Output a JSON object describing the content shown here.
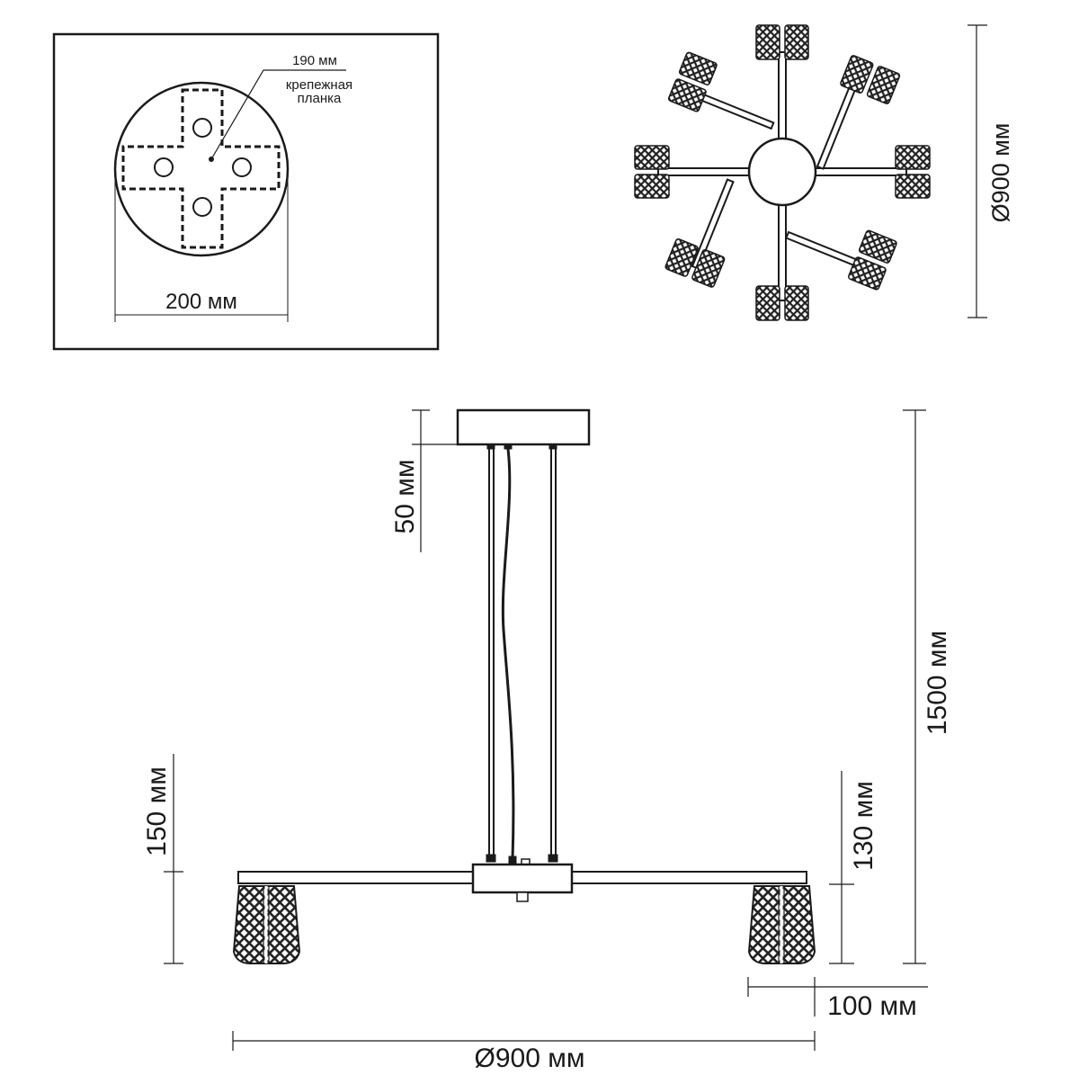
{
  "detail_view": {
    "dim_190": "190 мм",
    "plate_label_line1": "крепежная",
    "plate_label_line2": "планка",
    "dim_200": "200 мм"
  },
  "top_view": {
    "dim_diameter": "Ø900 мм"
  },
  "side_view": {
    "dim_50": "50 мм",
    "dim_1500": "1500 мм",
    "dim_150": "150 мм",
    "dim_130": "130 мм",
    "dim_100": "100 мм",
    "dim_diameter": "Ø900 мм"
  },
  "colors": {
    "line": "#1a1a1a",
    "shade": "#2b2b2b",
    "background": "#ffffff"
  }
}
